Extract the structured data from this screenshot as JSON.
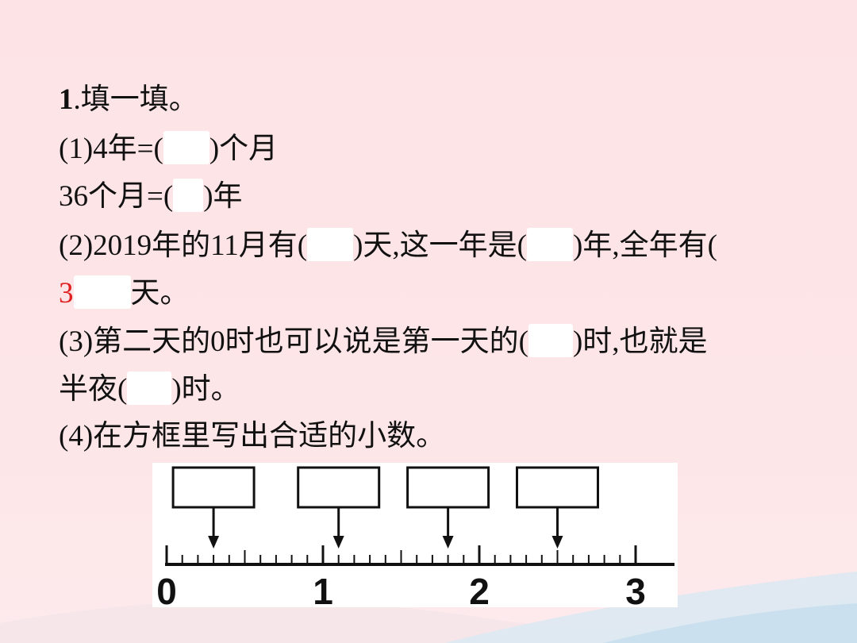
{
  "question": {
    "number": "1",
    "title": ".填一填。",
    "part1_a": {
      "before": "(1)4年=(",
      "after": ")个月"
    },
    "part1_b": {
      "before": "36个月=(",
      "after": ")年"
    },
    "part2": {
      "before": "(2)2019年的11月有(",
      "mid1": ")天,这一年是(",
      "mid2": ")年,全年有(",
      "answer_visible": "3",
      "after": "天。"
    },
    "part3": {
      "line1_before": "(3)第二天的0时也可以说是第一天的(",
      "line1_after": ")时,也就是",
      "line2_before": "半夜(",
      "line2_after": ")时。"
    },
    "part4": {
      "text": "(4)在方框里写出合适的小数。"
    }
  },
  "number_line": {
    "labels": [
      "0",
      "1",
      "2",
      "3"
    ],
    "min": 0,
    "max": 3,
    "subdivisions_per_unit": 10,
    "arrow_values": [
      0.3,
      1.1,
      1.8,
      2.5
    ]
  },
  "colors": {
    "answer_red": "#e02020",
    "background": "#fde3e6"
  }
}
